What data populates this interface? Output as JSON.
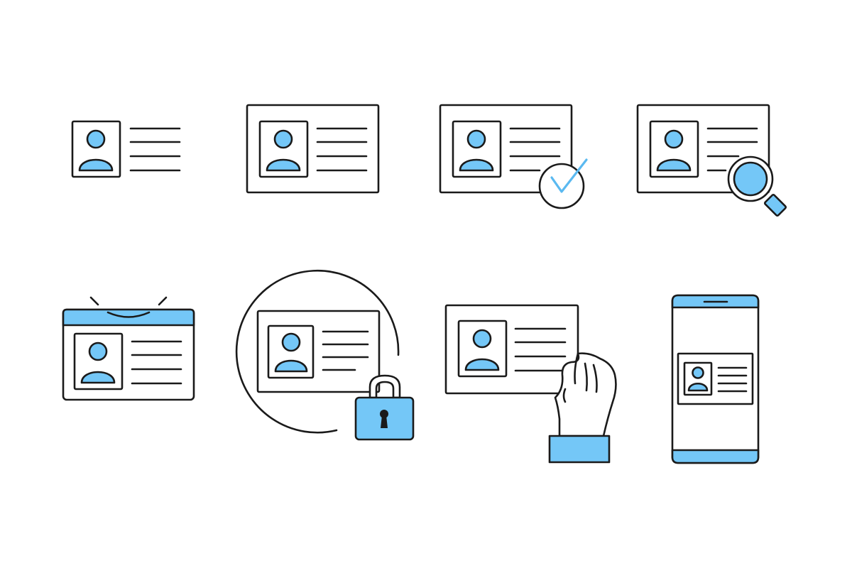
{
  "colors": {
    "background": "#ffffff",
    "stroke": "#1a1a1a",
    "accent": "#74c7f7",
    "check": "#5ab9f0"
  },
  "icons": [
    {
      "name": "id-card-icon",
      "row": 1,
      "col": 1
    },
    {
      "name": "id-card-framed-icon",
      "row": 1,
      "col": 2
    },
    {
      "name": "id-card-verified-icon",
      "row": 1,
      "col": 3
    },
    {
      "name": "id-card-search-icon",
      "row": 1,
      "col": 4
    },
    {
      "name": "id-badge-icon",
      "row": 2,
      "col": 1
    },
    {
      "name": "id-card-secure-lock-icon",
      "row": 2,
      "col": 2
    },
    {
      "name": "id-card-in-hand-icon",
      "row": 2,
      "col": 3
    },
    {
      "name": "mobile-id-card-icon",
      "row": 2,
      "col": 4
    }
  ]
}
